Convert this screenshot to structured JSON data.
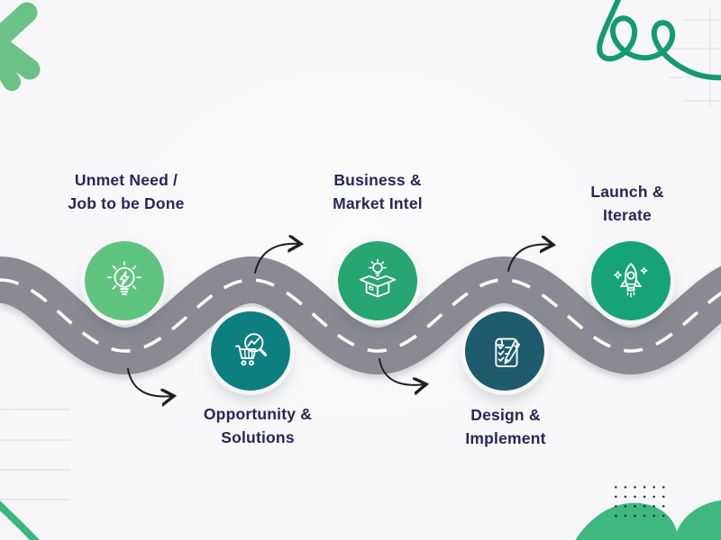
{
  "stages": [
    {
      "label_line1": "Unmet Need /",
      "label_line2": "Job to be Done",
      "icon": "lightbulb-bolt-icon",
      "circle_color": "#5ec480",
      "position": "top"
    },
    {
      "label_line1": "Opportunity &",
      "label_line2": "Solutions",
      "icon": "magnifier-chart-cart-icon",
      "circle_color": "#0d7f81",
      "position": "bottom"
    },
    {
      "label_line1": "Business &",
      "label_line2": "Market Intel",
      "icon": "idea-box-icon",
      "circle_color": "#27a572",
      "position": "top"
    },
    {
      "label_line1": "Design &",
      "label_line2": "Implement",
      "icon": "checklist-pencil-icon",
      "circle_color": "#1e5b6c",
      "position": "bottom"
    },
    {
      "label_line1": "Launch &",
      "label_line2": "Iterate",
      "icon": "rocket-icon",
      "circle_color": "#16a377",
      "position": "top"
    }
  ],
  "colors": {
    "background": "#f6f6f8",
    "road": "#8a8a92",
    "road_dash": "#ffffff",
    "label_text": "#26265c",
    "arrow": "#1e1e1e",
    "corner_shape_green": "#6bc286",
    "squiggle_teal": "#149a73",
    "blob_green": "#3eb87e",
    "dot_grid": "#23233a",
    "grid_line": "#e1e1e8"
  },
  "decorations": {
    "top_left": "green-corner-shape",
    "top_right": "teal-squiggle-loops",
    "bottom_right": "green-blob-hills-with-dot-grid",
    "bottom_left": "green-stroke-with-grid-lines"
  }
}
